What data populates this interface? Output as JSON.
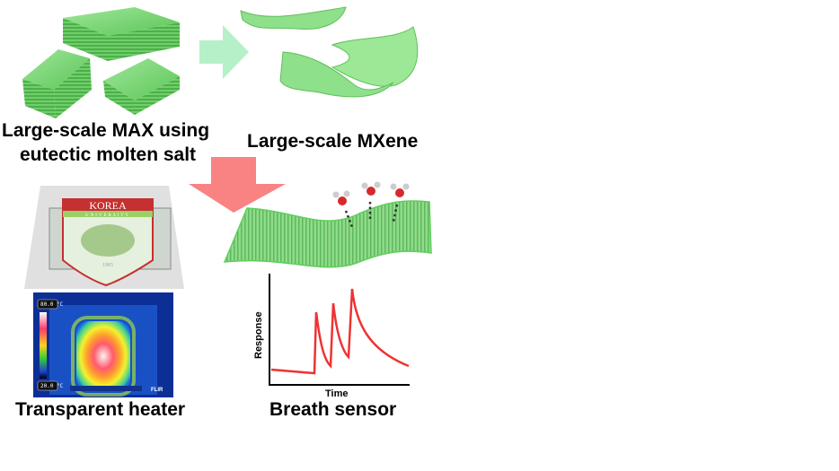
{
  "labels": {
    "max_line1": "Large-scale MAX using",
    "max_line2": "eutectic molten salt",
    "mxene": "Large-scale MXene",
    "heater": "Transparent heater",
    "sensor": "Breath sensor"
  },
  "korea_logo": {
    "top": "KOREA",
    "sub": "UNIVERSITY",
    "year": "1905"
  },
  "thermal": {
    "max_temp": "80.0 °C",
    "min_temp": "20.0 °C",
    "brand": "FLIR"
  },
  "graph": {
    "ylabel": "Response",
    "xlabel": "Time"
  },
  "colors": {
    "green": "#7fd87a",
    "arrow_red": "#f98383",
    "arrow_green": "#b6f0c8",
    "trace": "#ee3333"
  }
}
